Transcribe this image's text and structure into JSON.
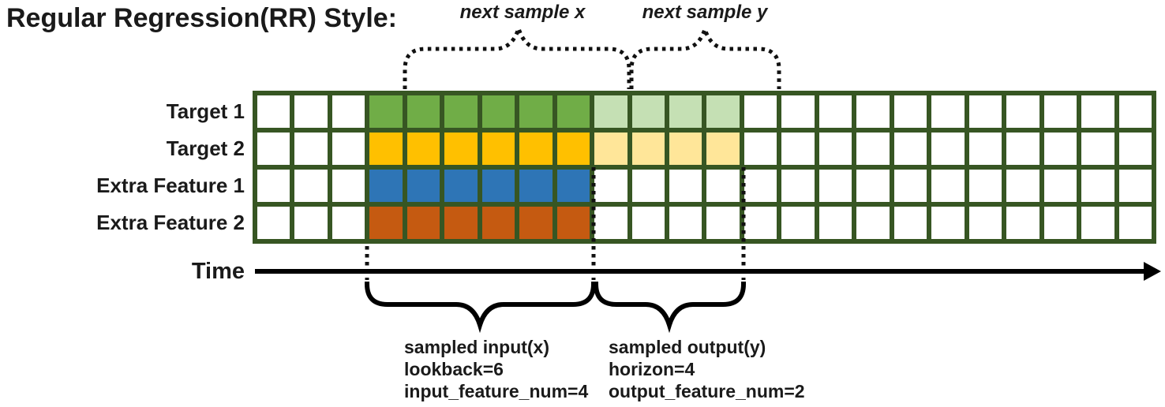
{
  "title": "Regular Regression(RR) Style:",
  "annotations": {
    "next_sample_x": "next sample x",
    "next_sample_y": "next sample y"
  },
  "grid": {
    "columns": 24,
    "border_color": "#375623",
    "rows": [
      {
        "label": "Target 1",
        "segments": [
          {
            "count": 3,
            "color": "#ffffff"
          },
          {
            "count": 6,
            "color": "#70ad47"
          },
          {
            "count": 4,
            "color": "#c5e0b4"
          },
          {
            "count": 11,
            "color": "#ffffff"
          }
        ]
      },
      {
        "label": "Target 2",
        "segments": [
          {
            "count": 3,
            "color": "#ffffff"
          },
          {
            "count": 6,
            "color": "#ffc000"
          },
          {
            "count": 4,
            "color": "#ffe699"
          },
          {
            "count": 11,
            "color": "#ffffff"
          }
        ]
      },
      {
        "label": "Extra Feature 1",
        "segments": [
          {
            "count": 3,
            "color": "#ffffff"
          },
          {
            "count": 6,
            "color": "#2e75b6"
          },
          {
            "count": 15,
            "color": "#ffffff"
          }
        ]
      },
      {
        "label": "Extra Feature 2",
        "segments": [
          {
            "count": 3,
            "color": "#ffffff"
          },
          {
            "count": 6,
            "color": "#c55a11"
          },
          {
            "count": 15,
            "color": "#ffffff"
          }
        ]
      }
    ]
  },
  "time_axis": {
    "label": "Time"
  },
  "input_annotation": {
    "lines": [
      "sampled input(x)",
      "lookback=6",
      "input_feature_num=4"
    ]
  },
  "output_annotation": {
    "lines": [
      "sampled output(y)",
      "horizon=4",
      "output_feature_num=2"
    ]
  }
}
